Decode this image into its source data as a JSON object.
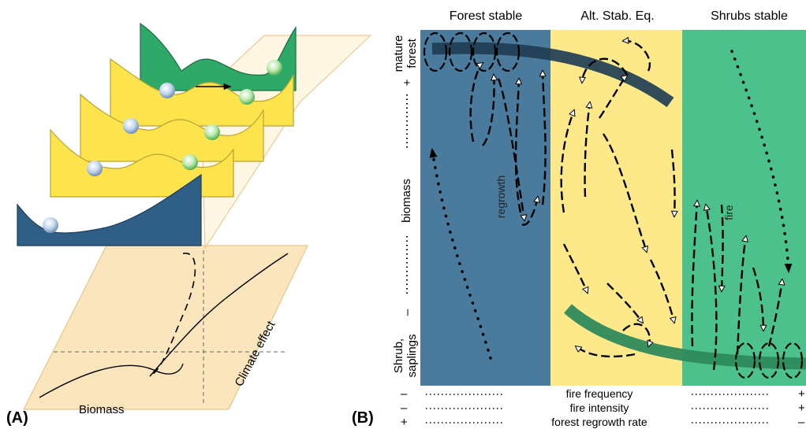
{
  "panel_a": {
    "label": "(A)",
    "xlabel": "Biomass",
    "zlabel": "Climate effect"
  },
  "panel_b": {
    "label": "(B)",
    "column_headers": [
      "Forest stable",
      "Alt. Stab. Eq.",
      "Shrubs stable"
    ],
    "column_colors": [
      "#4a7a9c",
      "#fde98a",
      "#4dc18b"
    ],
    "y_axis": {
      "top_label": "mature forest",
      "top_label_lines": [
        "mature",
        "forest"
      ],
      "middle_label": "biomass",
      "bottom_label": "Shrub, saplings",
      "bottom_label_lines": [
        "Shrub,",
        "saplings"
      ],
      "top_sign": "+",
      "bottom_sign": "–"
    },
    "annotations": {
      "regrowth": "regrowth",
      "fire": "fire"
    },
    "bottom_axes": [
      {
        "left_sign": "–",
        "label": "fire frequency",
        "right_sign": "+"
      },
      {
        "left_sign": "–",
        "label": "fire intensity",
        "right_sign": "+"
      },
      {
        "left_sign": "+",
        "label": "forest regrowth rate",
        "right_sign": "–"
      }
    ]
  }
}
